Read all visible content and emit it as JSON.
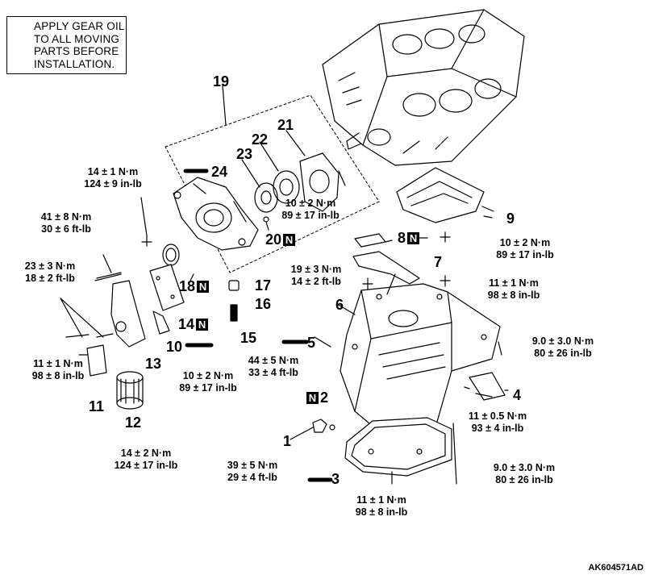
{
  "note": {
    "text": "APPLY GEAR OIL\nTO ALL MOVING\nPARTS BEFORE\nINSTALLATION.",
    "icon": "oil-can-icon"
  },
  "new_part_marker": "N",
  "drawing_code": "AK604571AD",
  "callouts": [
    {
      "id": "c1",
      "number": "1",
      "new": false
    },
    {
      "id": "c2",
      "number": "2",
      "new": true,
      "marker_first": true
    },
    {
      "id": "c3",
      "number": "3",
      "new": false
    },
    {
      "id": "c4",
      "number": "4",
      "new": false
    },
    {
      "id": "c5",
      "number": "5",
      "new": false
    },
    {
      "id": "c6",
      "number": "6",
      "new": false
    },
    {
      "id": "c7",
      "number": "7",
      "new": false
    },
    {
      "id": "c8",
      "number": "8",
      "new": true
    },
    {
      "id": "c9",
      "number": "9",
      "new": false
    },
    {
      "id": "c10",
      "number": "10",
      "new": false
    },
    {
      "id": "c11",
      "number": "11",
      "new": false
    },
    {
      "id": "c12",
      "number": "12",
      "new": false
    },
    {
      "id": "c13",
      "number": "13",
      "new": false
    },
    {
      "id": "c14",
      "number": "14",
      "new": true
    },
    {
      "id": "c15",
      "number": "15",
      "new": false
    },
    {
      "id": "c16",
      "number": "16",
      "new": false
    },
    {
      "id": "c17",
      "number": "17",
      "new": false
    },
    {
      "id": "c18",
      "number": "18",
      "new": true
    },
    {
      "id": "c19",
      "number": "19",
      "new": false
    },
    {
      "id": "c20",
      "number": "20",
      "new": true
    },
    {
      "id": "c21",
      "number": "21",
      "new": false
    },
    {
      "id": "c22",
      "number": "22",
      "new": false
    },
    {
      "id": "c23",
      "number": "23",
      "new": false
    },
    {
      "id": "c24",
      "number": "24",
      "new": false
    }
  ],
  "torques": [
    {
      "id": "t1",
      "metric": "14 ± 1 N·m",
      "imperial": "124 ± 9 in-lb"
    },
    {
      "id": "t2",
      "metric": "41 ± 8 N·m",
      "imperial": "30 ± 6 ft-lb"
    },
    {
      "id": "t3",
      "metric": "23 ± 3 N·m",
      "imperial": "18 ± 2 ft-lb"
    },
    {
      "id": "t4",
      "metric": "10 ± 2 N·m",
      "imperial": "89 ± 17 in-lb"
    },
    {
      "id": "t5",
      "metric": "10 ± 2 N·m",
      "imperial": "89 ± 17 in-lb"
    },
    {
      "id": "t6",
      "metric": "19 ± 3 N·m",
      "imperial": "14 ± 2 ft-lb"
    },
    {
      "id": "t7",
      "metric": "11 ± 1 N·m",
      "imperial": "98 ± 8 in-lb"
    },
    {
      "id": "t8",
      "metric": "9.0 ± 3.0 N·m",
      "imperial": "80 ± 26 in-lb"
    },
    {
      "id": "t9",
      "metric": "11 ± 1 N·m",
      "imperial": "98 ± 8 in-lb"
    },
    {
      "id": "t10",
      "metric": "10 ± 2 N·m",
      "imperial": "89 ± 17 in-lb"
    },
    {
      "id": "t11",
      "metric": "44 ± 5 N·m",
      "imperial": "33 ± 4 ft-lb"
    },
    {
      "id": "t12",
      "metric": "14 ± 2 N·m",
      "imperial": "124 ± 17 in-lb"
    },
    {
      "id": "t13",
      "metric": "11 ± 0.5 N·m",
      "imperial": "93 ± 4 in-lb"
    },
    {
      "id": "t14",
      "metric": "39 ± 5 N·m",
      "imperial": "29 ± 4 ft-lb"
    },
    {
      "id": "t15",
      "metric": "9.0 ± 3.0 N·m",
      "imperial": "80 ± 26 in-lb"
    },
    {
      "id": "t16",
      "metric": "11 ± 1 N·m",
      "imperial": "98 ± 8 in-lb"
    }
  ]
}
